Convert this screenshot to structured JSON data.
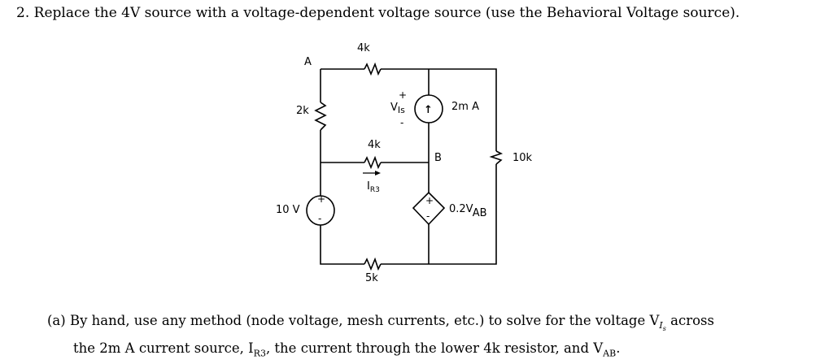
{
  "question": {
    "number": "2.",
    "title": "Replace the 4V source with a voltage-dependent voltage source (use the Behavioral Voltage source).",
    "part_a_label": "(a)",
    "part_a_line1": "By hand, use any method (node voltage, mesh currents, etc.) to solve for the voltage V",
    "part_a_sub1": "I",
    "part_a_sub2": "s",
    "part_a_line1_end": " across",
    "part_a_line2_a": "the 2m A current source, I",
    "part_a_line2_sub": "R3",
    "part_a_line2_b": ", the current through the lower 4k resistor, and V",
    "part_a_line2_sub2": "AB",
    "part_a_line2_c": "."
  },
  "circuit": {
    "node_a": "A",
    "node_b": "B",
    "r_top": "4k",
    "r_left": "2k",
    "r_mid": "4k",
    "r_bottom": "5k",
    "r_right": "10k",
    "source_10v": "10 V",
    "current_source": "2m A",
    "dep_source": "0.2V",
    "dep_source_sub": "AB",
    "vis_main": "V",
    "vis_sub": "Is",
    "vis_plus": "+",
    "vis_minus": "-",
    "ir3_main": "I",
    "ir3_sub": "R3",
    "plus": "+",
    "minus": "-",
    "arrow_up": "↑"
  }
}
